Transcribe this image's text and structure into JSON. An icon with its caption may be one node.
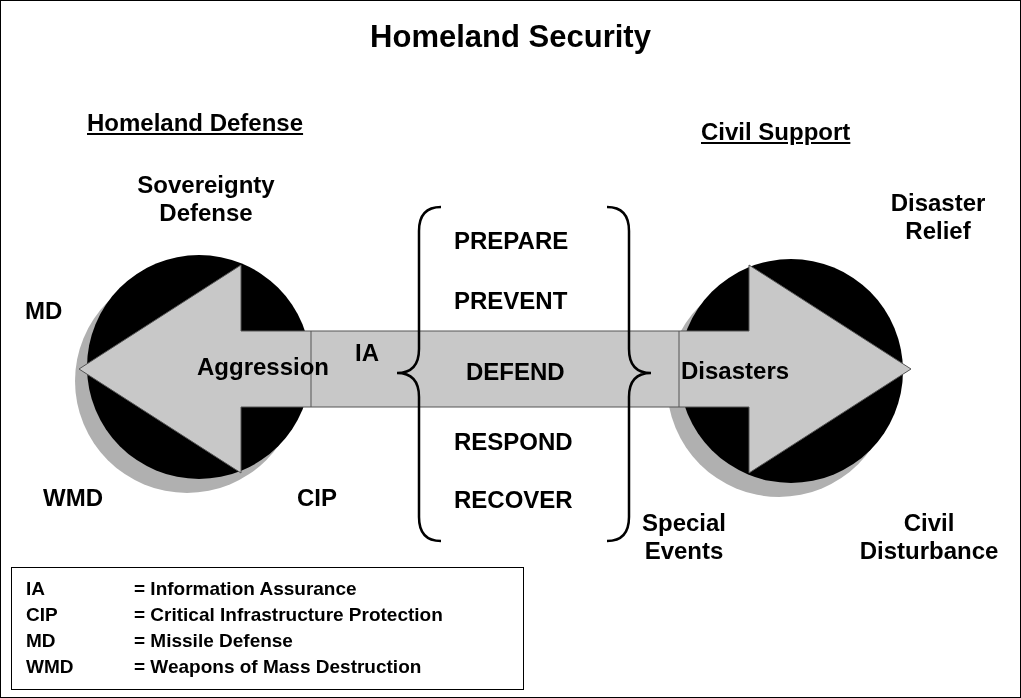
{
  "diagram": {
    "title": "Homeland Security",
    "nodes": [
      {
        "text": [
          "Aggression"
        ]
      },
      {
        "text": [
          "Disasters"
        ]
      },
      {
        "text": [
          "IA",
          "= Information Assurance",
          "CIP",
          "= Critical Infrastructure Protection",
          "MD",
          "= Missile Defense",
          "WMD",
          "= Weapons of Mass Destruction"
        ]
      }
    ],
    "edges": [
      {
        "from": 0,
        "to": 1,
        "arrow": "both",
        "label": "IA"
      }
    ],
    "labels": [
      "Homeland Defense",
      "Civil Support",
      "Sovereignty Defense",
      "Disaster Relief",
      "PREPARE",
      "MD",
      "PREVENT",
      "DEFEND",
      "RESPOND",
      "WMD",
      "CIP",
      "RECOVER",
      "Special Events",
      "Civil Disturbance"
    ]
  }
}
